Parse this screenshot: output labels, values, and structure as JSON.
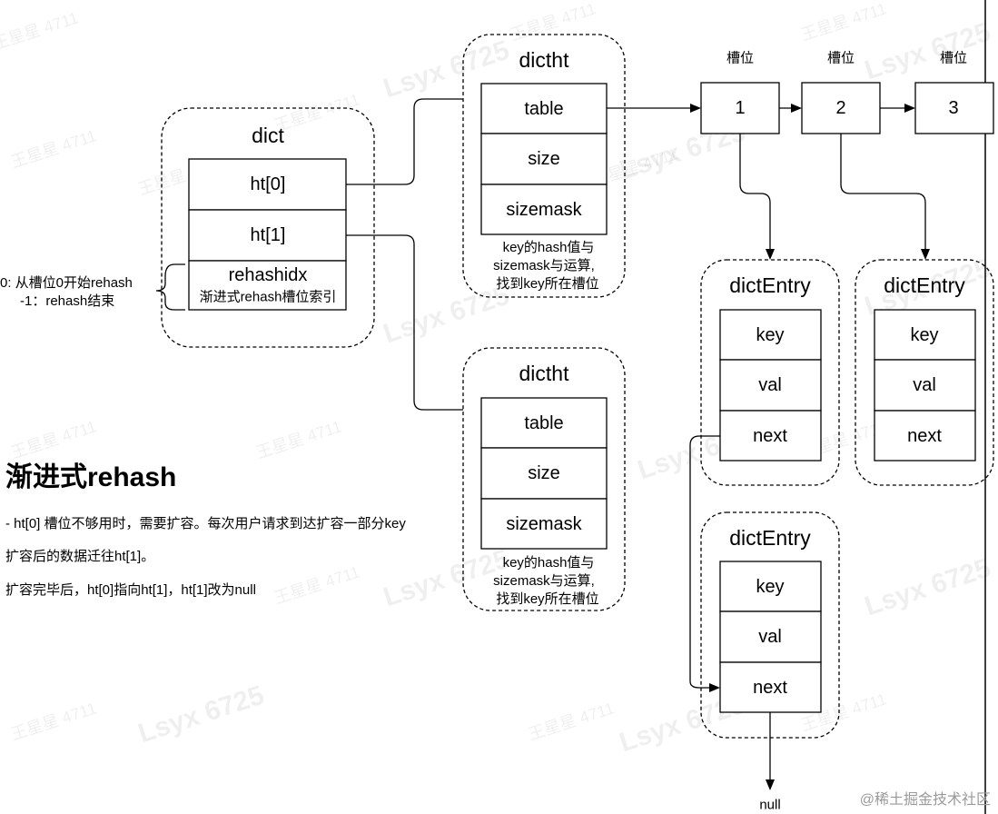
{
  "watermarks": [
    {
      "text": "Lsyx 6725",
      "kind": "big"
    },
    {
      "text": "王星星 4711",
      "kind": "small"
    }
  ],
  "dict": {
    "title": "dict",
    "cells": [
      "ht[0]",
      "ht[1]"
    ],
    "rehashidx_label": "rehashidx",
    "rehashidx_desc": "渐进式rehash槽位索引"
  },
  "rehash_notes": [
    "0: 从槽位0开始rehash",
    "-1：rehash结束"
  ],
  "dictht_top": {
    "title": "dictht",
    "cells": [
      "table",
      "size",
      "sizemask"
    ],
    "note": [
      "key的hash值与",
      "sizemask与运算,",
      "找到key所在槽位"
    ]
  },
  "dictht_bottom": {
    "title": "dictht",
    "cells": [
      "table",
      "size",
      "sizemask"
    ],
    "note": [
      "key的hash值与",
      "sizemask与运算,",
      "找到key所在槽位"
    ]
  },
  "slots": [
    {
      "label": "槽位",
      "value": "1"
    },
    {
      "label": "槽位",
      "value": "2"
    },
    {
      "label": "槽位",
      "value": "3"
    }
  ],
  "entry_a": {
    "title": "dictEntry",
    "cells": [
      "key",
      "val",
      "next"
    ]
  },
  "entry_b": {
    "title": "dictEntry",
    "cells": [
      "key",
      "val",
      "next"
    ]
  },
  "entry_c": {
    "title": "dictEntry",
    "cells": [
      "key",
      "val",
      "next"
    ]
  },
  "null_label": "null",
  "section": {
    "heading": "渐进式rehash",
    "lines": [
      "- ht[0] 槽位不够用时，需要扩容。每次用户请求到达扩容一部分key",
      "扩容后的数据迁往ht[1]。",
      "扩容完毕后，ht[0]指向ht[1]，ht[1]改为null"
    ]
  },
  "credit": "@稀土掘金技术社区"
}
